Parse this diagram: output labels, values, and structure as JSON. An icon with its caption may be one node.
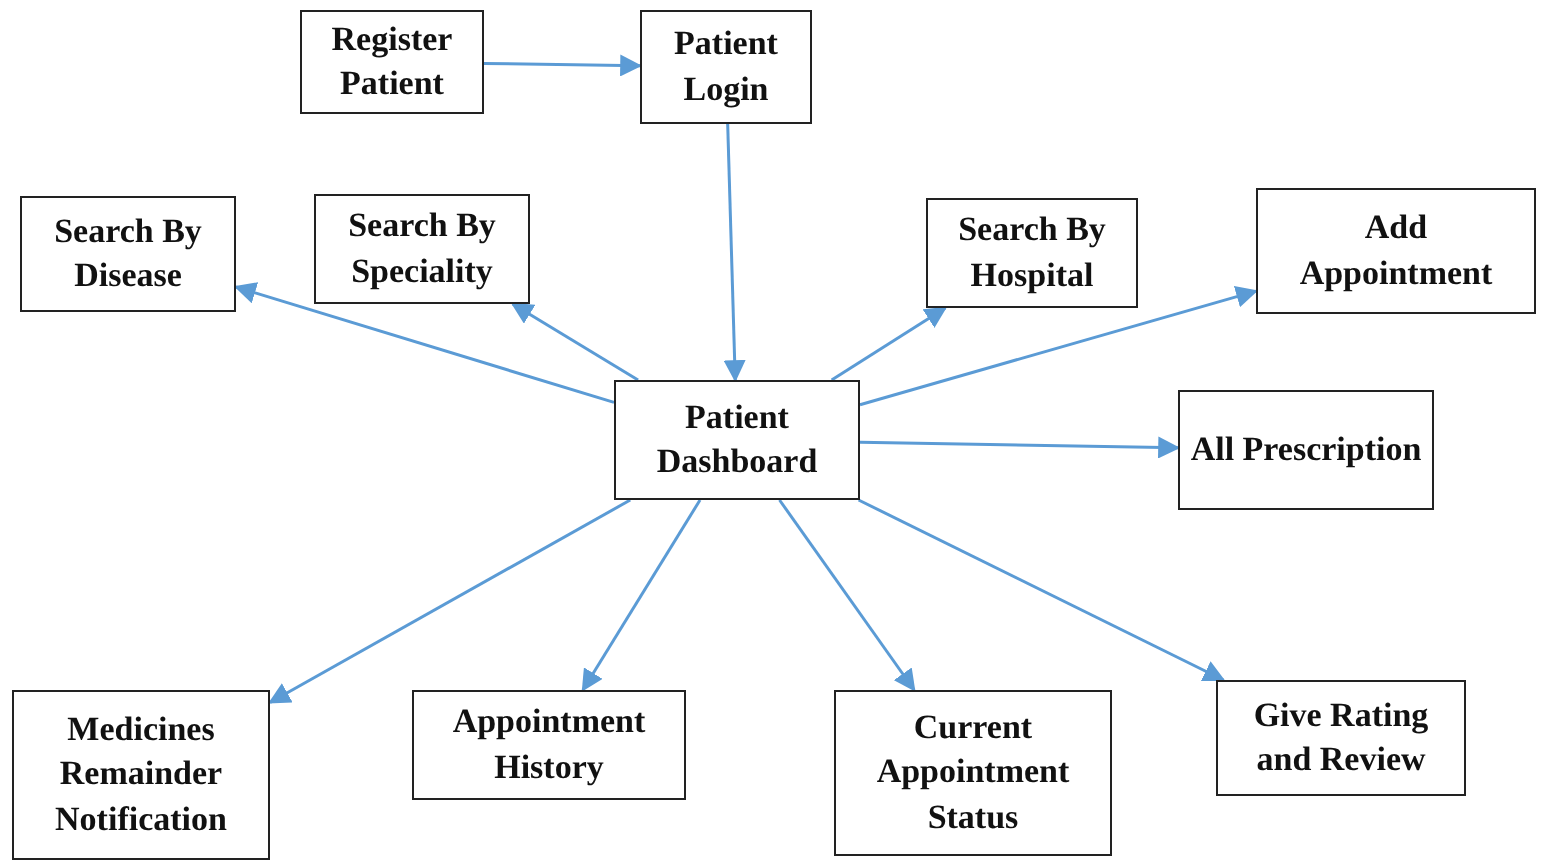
{
  "diagram": {
    "nodes": [
      {
        "text": [
          "Register Patient"
        ]
      },
      {
        "text": [
          "Patient Login"
        ]
      },
      {
        "text": [
          "Search By Disease"
        ]
      },
      {
        "text": [
          "Search By Speciality"
        ]
      },
      {
        "text": [
          "Search By Hospital"
        ]
      },
      {
        "text": [
          "Add Appointment"
        ]
      },
      {
        "text": [
          "Patient Dashboard"
        ]
      },
      {
        "text": [
          "All Prescription"
        ]
      },
      {
        "text": [
          "Medicines Remainder Notification"
        ]
      },
      {
        "text": [
          "Appointment History"
        ]
      },
      {
        "text": [
          "Current Appointment Status"
        ]
      },
      {
        "text": [
          "Give Rating and Review"
        ]
      }
    ],
    "edges": [
      {
        "from": 0,
        "to": 1,
        "arrow": "to"
      },
      {
        "from": 1,
        "to": 6,
        "arrow": "to"
      },
      {
        "from": 6,
        "to": 2,
        "arrow": "to"
      },
      {
        "from": 6,
        "to": 3,
        "arrow": "to"
      },
      {
        "from": 6,
        "to": 4,
        "arrow": "to"
      },
      {
        "from": 6,
        "to": 5,
        "arrow": "to"
      },
      {
        "from": 6,
        "to": 7,
        "arrow": "to"
      },
      {
        "from": 6,
        "to": 8,
        "arrow": "to"
      },
      {
        "from": 6,
        "to": 9,
        "arrow": "to"
      },
      {
        "from": 6,
        "to": 10,
        "arrow": "to"
      },
      {
        "from": 6,
        "to": 11,
        "arrow": "to"
      }
    ]
  }
}
